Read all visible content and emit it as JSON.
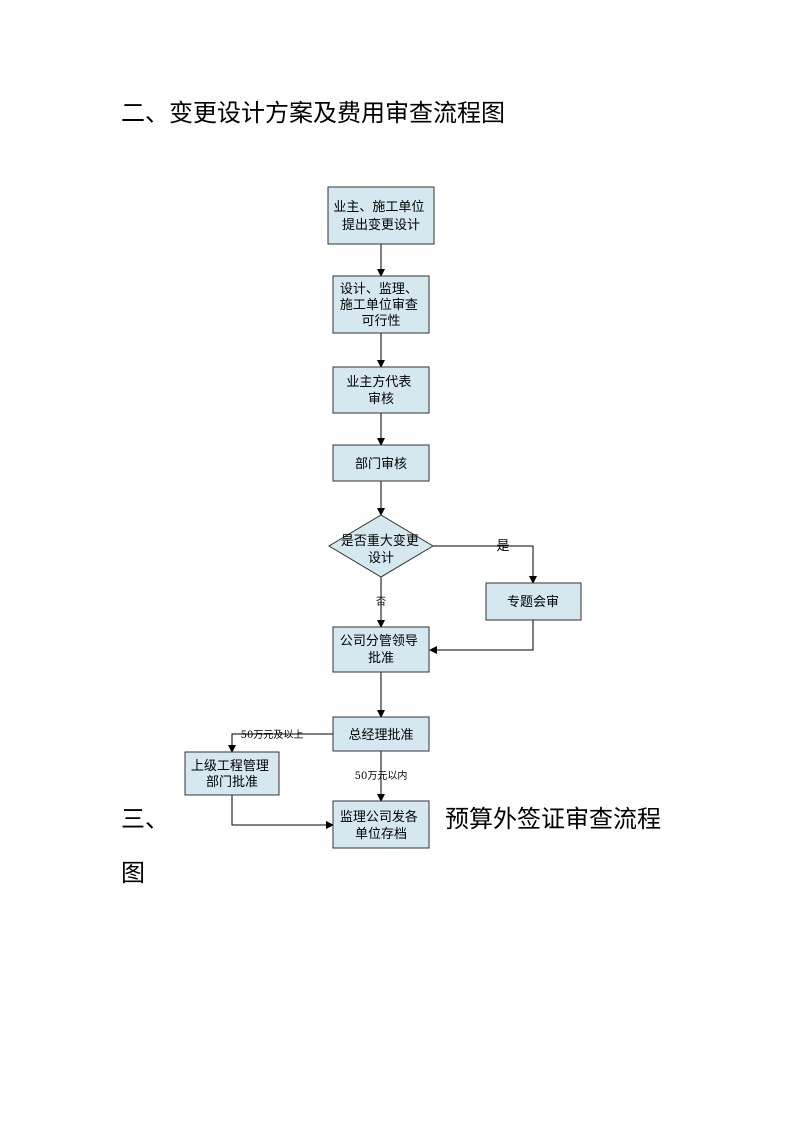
{
  "headings": {
    "section2": "二、变更设计方案及费用审查流程图",
    "section3_num": "三、",
    "section3_text": "预算外签证审查流程",
    "section3_tail": "图"
  },
  "flow": {
    "box1": [
      "业主、施工单位",
      "提出变更设计"
    ],
    "box2": [
      "设计、监理、",
      "施工单位审查",
      "可行性"
    ],
    "box3": [
      "业主方代表",
      "审核"
    ],
    "box4": [
      "部门审核"
    ],
    "decision": [
      "是否重大变更",
      "设计"
    ],
    "yes": "是",
    "no": "否",
    "box_special": [
      "专题会审"
    ],
    "box5": [
      "公司分管领导",
      "批准"
    ],
    "box6": [
      "总经理批准"
    ],
    "above50": "50万元及以上",
    "within50": "50万元以内",
    "box_upper": [
      "上级工程管理",
      "部门批准"
    ],
    "box_final": [
      "监理公司发各",
      "单位存档"
    ]
  },
  "colors": {
    "box_fill": "#d5e8f0",
    "box_stroke": "#333333"
  }
}
